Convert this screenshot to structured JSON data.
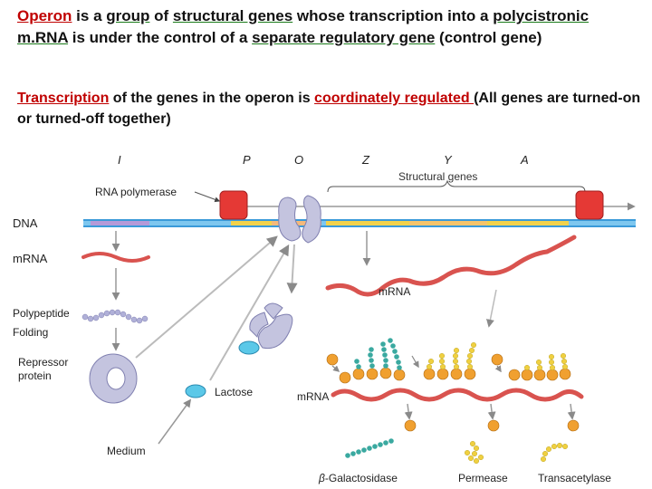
{
  "header": {
    "p1": {
      "w1": "Operon",
      "s1": " is a ",
      "w2": "group",
      "s2": " of ",
      "w3": "structural genes",
      "s3": " whose transcription into a ",
      "w4": "polycistronic m.RNA",
      "s4": " is under the control of a ",
      "w5": "separate regulatory gene",
      "s5": " (control gene)"
    },
    "p2": {
      "w1": "Transcription",
      "s1": " of the genes in the operon is ",
      "w2": "coordinately regulated ",
      "s2": " (All genes are turned-on or turned-off together)"
    }
  },
  "diagram": {
    "gene_labels": {
      "i": "I",
      "p": "P",
      "o": "O",
      "z": "Z",
      "y": "Y",
      "a": "A"
    },
    "structural_genes": "Structural genes",
    "rna_polymerase": "RNA polymerase",
    "dna": "DNA",
    "mrna_left": "mRNA",
    "mrna_mid": "mRNA",
    "mrna_bottom": "mRNA",
    "polypeptide": "Polypeptide",
    "folding": "Folding",
    "repressor_line1": "Repressor",
    "repressor_line2": "protein",
    "lactose": "Lactose",
    "medium": "Medium",
    "beta_gal_symbol": "β",
    "beta_gal_name": "-Galactosidase",
    "permease": "Permease",
    "transacetylase": "Transacetylase"
  },
  "colors": {
    "underline_red": "#c00000",
    "dna_blue": "#3a9ad9",
    "gene_yellow": "#f2d24b",
    "rna_pol_red": "#e53935",
    "mrna_red": "#d9534f",
    "repressor": "#b9b9d6",
    "lactose": "#5bc8e8",
    "protein_orange": "#f0a030",
    "protein_teal": "#3aa9a0",
    "protein_yellow": "#f0d040"
  }
}
